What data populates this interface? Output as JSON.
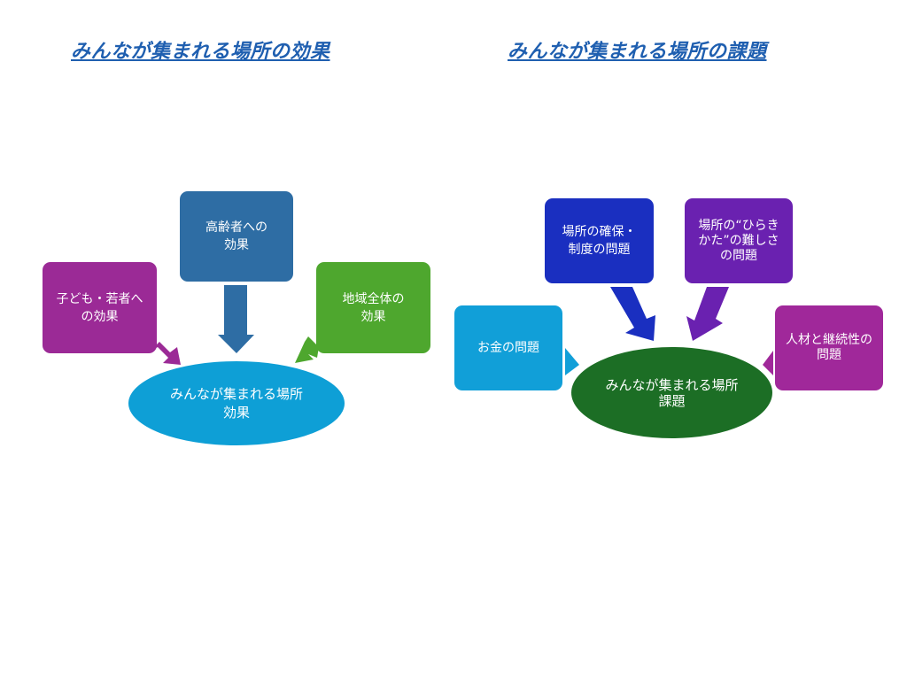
{
  "left": {
    "title": "みんなが集まれる場所の効果",
    "boxes": [
      {
        "label": "子ども・若者へ\nの効果"
      },
      {
        "label": "高齢者への\n効果"
      },
      {
        "label": "地域全体の\n効果"
      }
    ],
    "center": "みんなが集まれる場所\n効果"
  },
  "right": {
    "title": "みんなが集まれる場所の課題",
    "boxes": [
      {
        "label": "お金の問題"
      },
      {
        "label": "場所の確保・\n制度の問題"
      },
      {
        "label": "場所の“ひらき\nかた”の難しさ\nの問題"
      },
      {
        "label": "人材と継続性の\n問題"
      }
    ],
    "center": "みんなが集まれる場所\n課題"
  },
  "colors": {
    "title": "#1f5fb0",
    "purple": "#9b2a96",
    "steel_blue": "#2e6da4",
    "green": "#4ea72e",
    "cyan": "#0e9fd6",
    "royal_blue": "#1a2fc0",
    "violet": "#6a21b0",
    "dark_green": "#1c6e25"
  }
}
